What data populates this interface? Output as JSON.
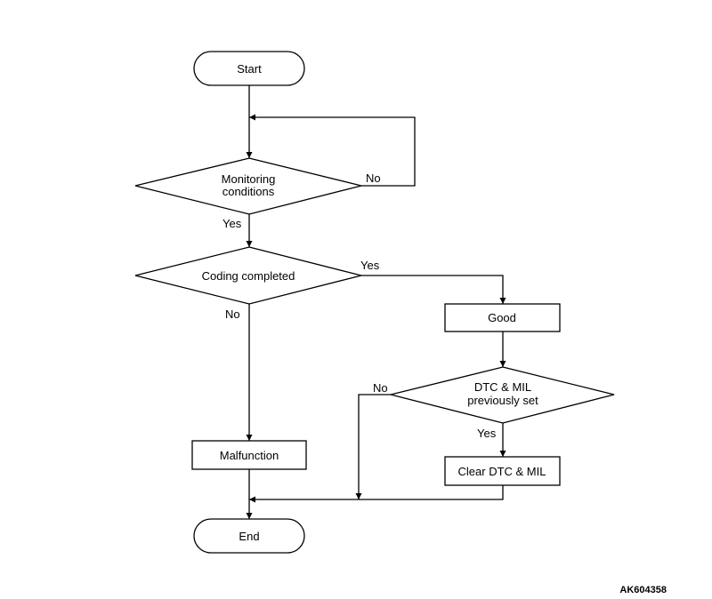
{
  "nodes": {
    "start": "Start",
    "monitoring_line1": "Monitoring",
    "monitoring_line2": "conditions",
    "coding": "Coding completed",
    "good": "Good",
    "dtc_line1": "DTC & MIL",
    "dtc_line2": "previously set",
    "malfunction": "Malfunction",
    "clear": "Clear DTC & MIL",
    "end": "End"
  },
  "edges": {
    "monitoring_no": "No",
    "monitoring_yes": "Yes",
    "coding_yes": "Yes",
    "coding_no": "No",
    "dtc_no": "No",
    "dtc_yes": "Yes"
  },
  "figure_code": "AK604358"
}
